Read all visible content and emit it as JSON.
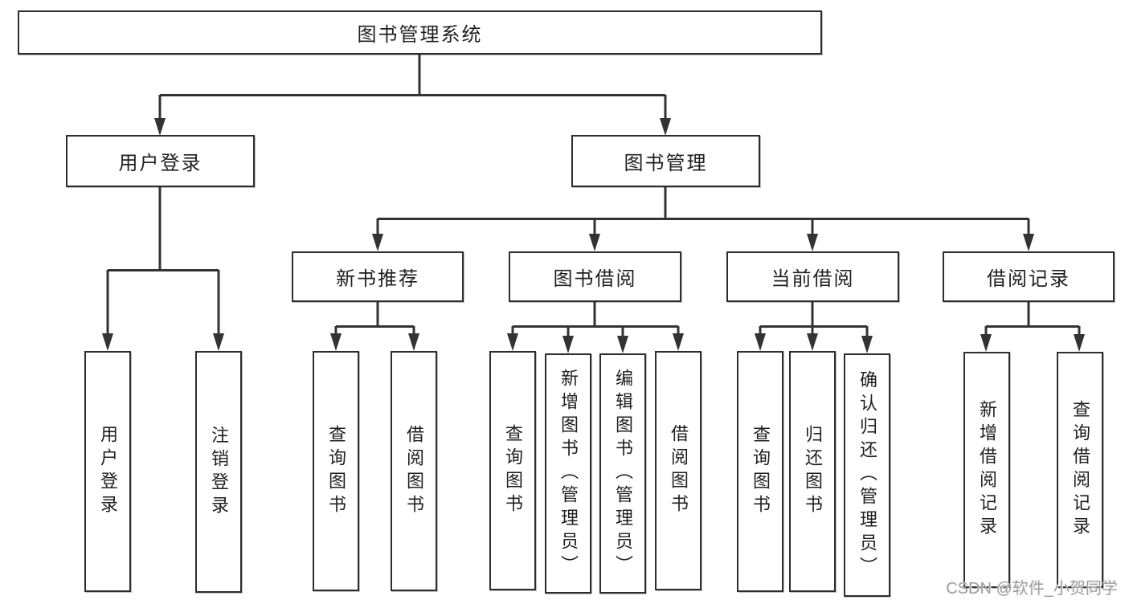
{
  "diagram": {
    "root": {
      "label": "图书管理系统"
    },
    "level2": [
      {
        "label": "用户登录",
        "children": [
          {
            "label": "用户登录"
          },
          {
            "label": "注销登录"
          }
        ]
      },
      {
        "label": "图书管理",
        "children": [
          {
            "label": "新书推荐",
            "children": [
              {
                "label": "查询图书"
              },
              {
                "label": "借阅图书"
              }
            ]
          },
          {
            "label": "图书借阅",
            "children": [
              {
                "label": "查询图书"
              },
              {
                "label": "新增图书（管理员）"
              },
              {
                "label": "编辑图书（管理员）"
              },
              {
                "label": "借阅图书"
              }
            ]
          },
          {
            "label": "当前借阅",
            "children": [
              {
                "label": "查询图书"
              },
              {
                "label": "归还图书"
              },
              {
                "label": "确认归还（管理员）"
              }
            ]
          },
          {
            "label": "借阅记录",
            "children": [
              {
                "label": "新增借阅记录"
              },
              {
                "label": "查询借阅记录"
              }
            ]
          }
        ]
      }
    ]
  },
  "watermark": {
    "text": "CSDN @软件_小贺同学"
  },
  "colors": {
    "line": "#333333",
    "border": "#2d2d2d",
    "text": "#1f1f1f",
    "background": "#ffffff",
    "watermark": "#9e9e9e"
  }
}
